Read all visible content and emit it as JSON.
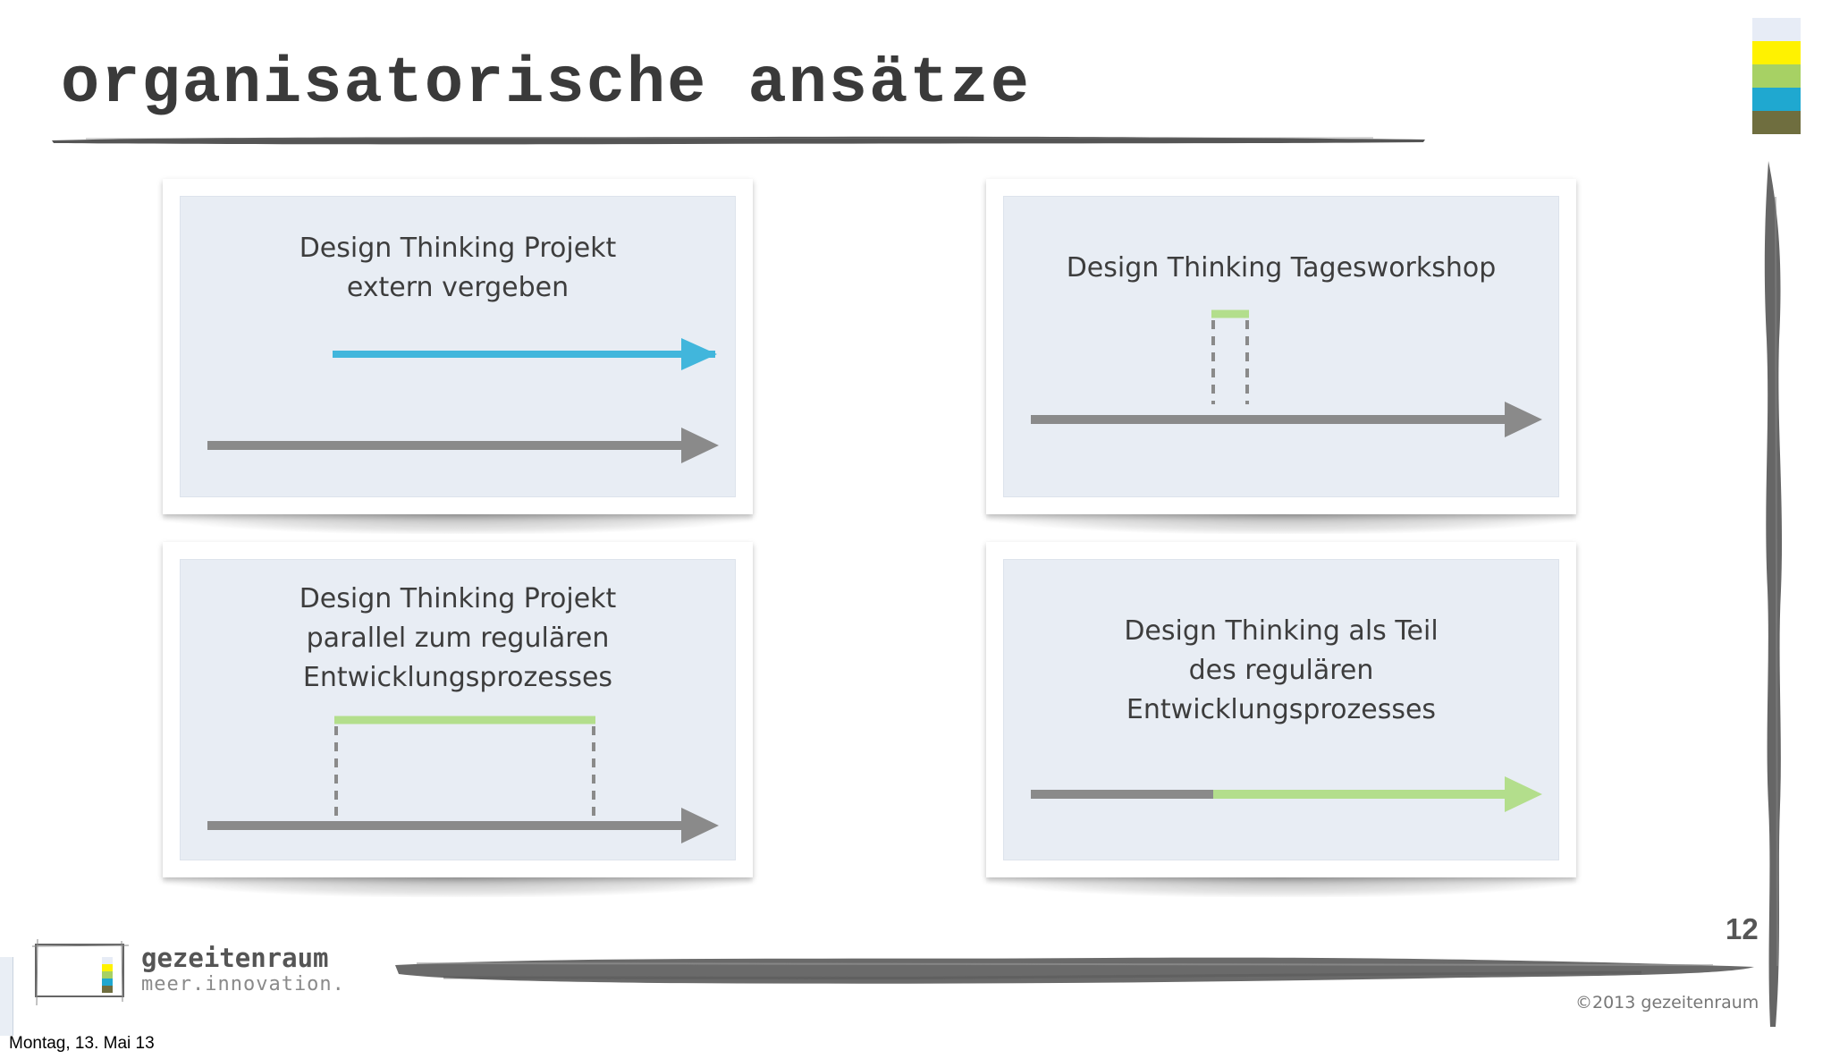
{
  "slide": {
    "title": "organisatorische ansätze",
    "page_number": "12",
    "copyright": "©2013 gezeitenraum",
    "footer_date": "Montag, 13. Mai 13"
  },
  "logo": {
    "name": "gezeitenraum",
    "tagline": "meer.innovation."
  },
  "colors": {
    "accent_blue": "#41b6dc",
    "accent_green": "#b3de8c",
    "timeline_gray": "#8a8a8a",
    "panel_bg": "#e8edf4",
    "strip": [
      "#e7ecf6",
      "#fff200",
      "#a7d164",
      "#1fa8d0",
      "#6f6e3f"
    ]
  },
  "panels": [
    {
      "text": "Design Thinking Projekt\nextern vergeben",
      "diagram": "arrow-above-timeline"
    },
    {
      "text": "Design Thinking Tagesworkshop",
      "diagram": "short-bracket-on-timeline"
    },
    {
      "text": "Design Thinking Projekt\nparallel zum regulären\nEntwicklungsprozesses",
      "diagram": "long-bracket-on-timeline"
    },
    {
      "text": "Design Thinking als Teil\ndes regulären\nEntwicklungsprozesses",
      "diagram": "timeline-turns-green"
    }
  ]
}
